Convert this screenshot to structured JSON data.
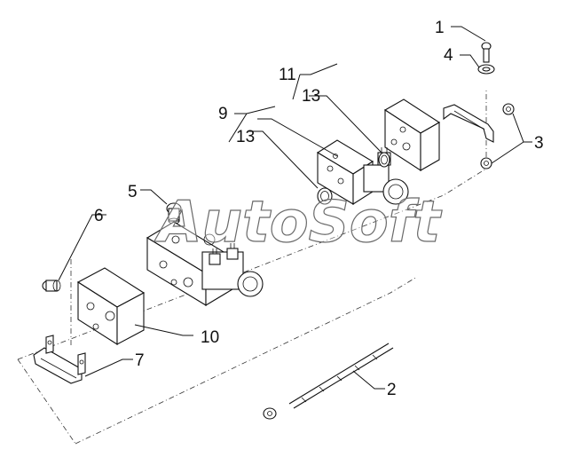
{
  "watermark": "AutoSoft",
  "callouts": {
    "c1": "1",
    "c2": "2",
    "c3": "3",
    "c4": "4",
    "c5": "5",
    "c6": "6",
    "c7": "7",
    "c9": "9",
    "c10": "10",
    "c11": "11",
    "c13a": "13",
    "c13b": "13"
  }
}
